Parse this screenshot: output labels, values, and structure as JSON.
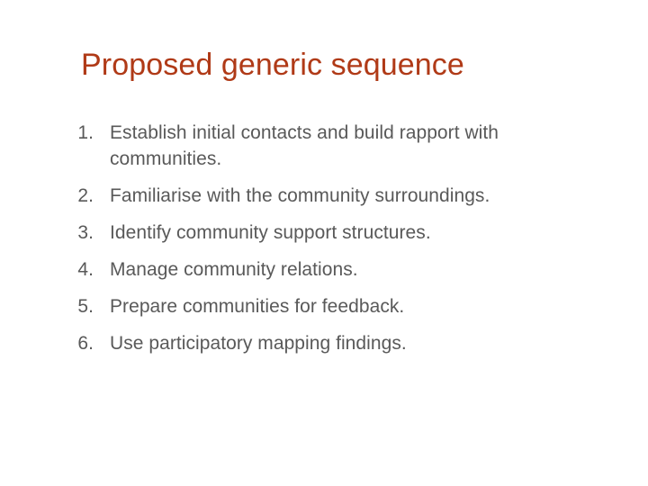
{
  "slide": {
    "title": "Proposed generic sequence",
    "title_color": "#b03a17",
    "body_color": "#595959",
    "background_color": "#ffffff",
    "list": {
      "type": "ordered-decimal",
      "marker_suffix": ".",
      "items": [
        {
          "number": "1.",
          "text": "Establish initial contacts and build rapport with communities."
        },
        {
          "number": "2.",
          "text": "Familiarise with the community surroundings."
        },
        {
          "number": "3.",
          "text": "Identify community support structures."
        },
        {
          "number": "4.",
          "text": "Manage community relations."
        },
        {
          "number": "5.",
          "text": "Prepare communities for feedback."
        },
        {
          "number": "6.",
          "text": "Use participatory mapping findings."
        }
      ]
    }
  }
}
